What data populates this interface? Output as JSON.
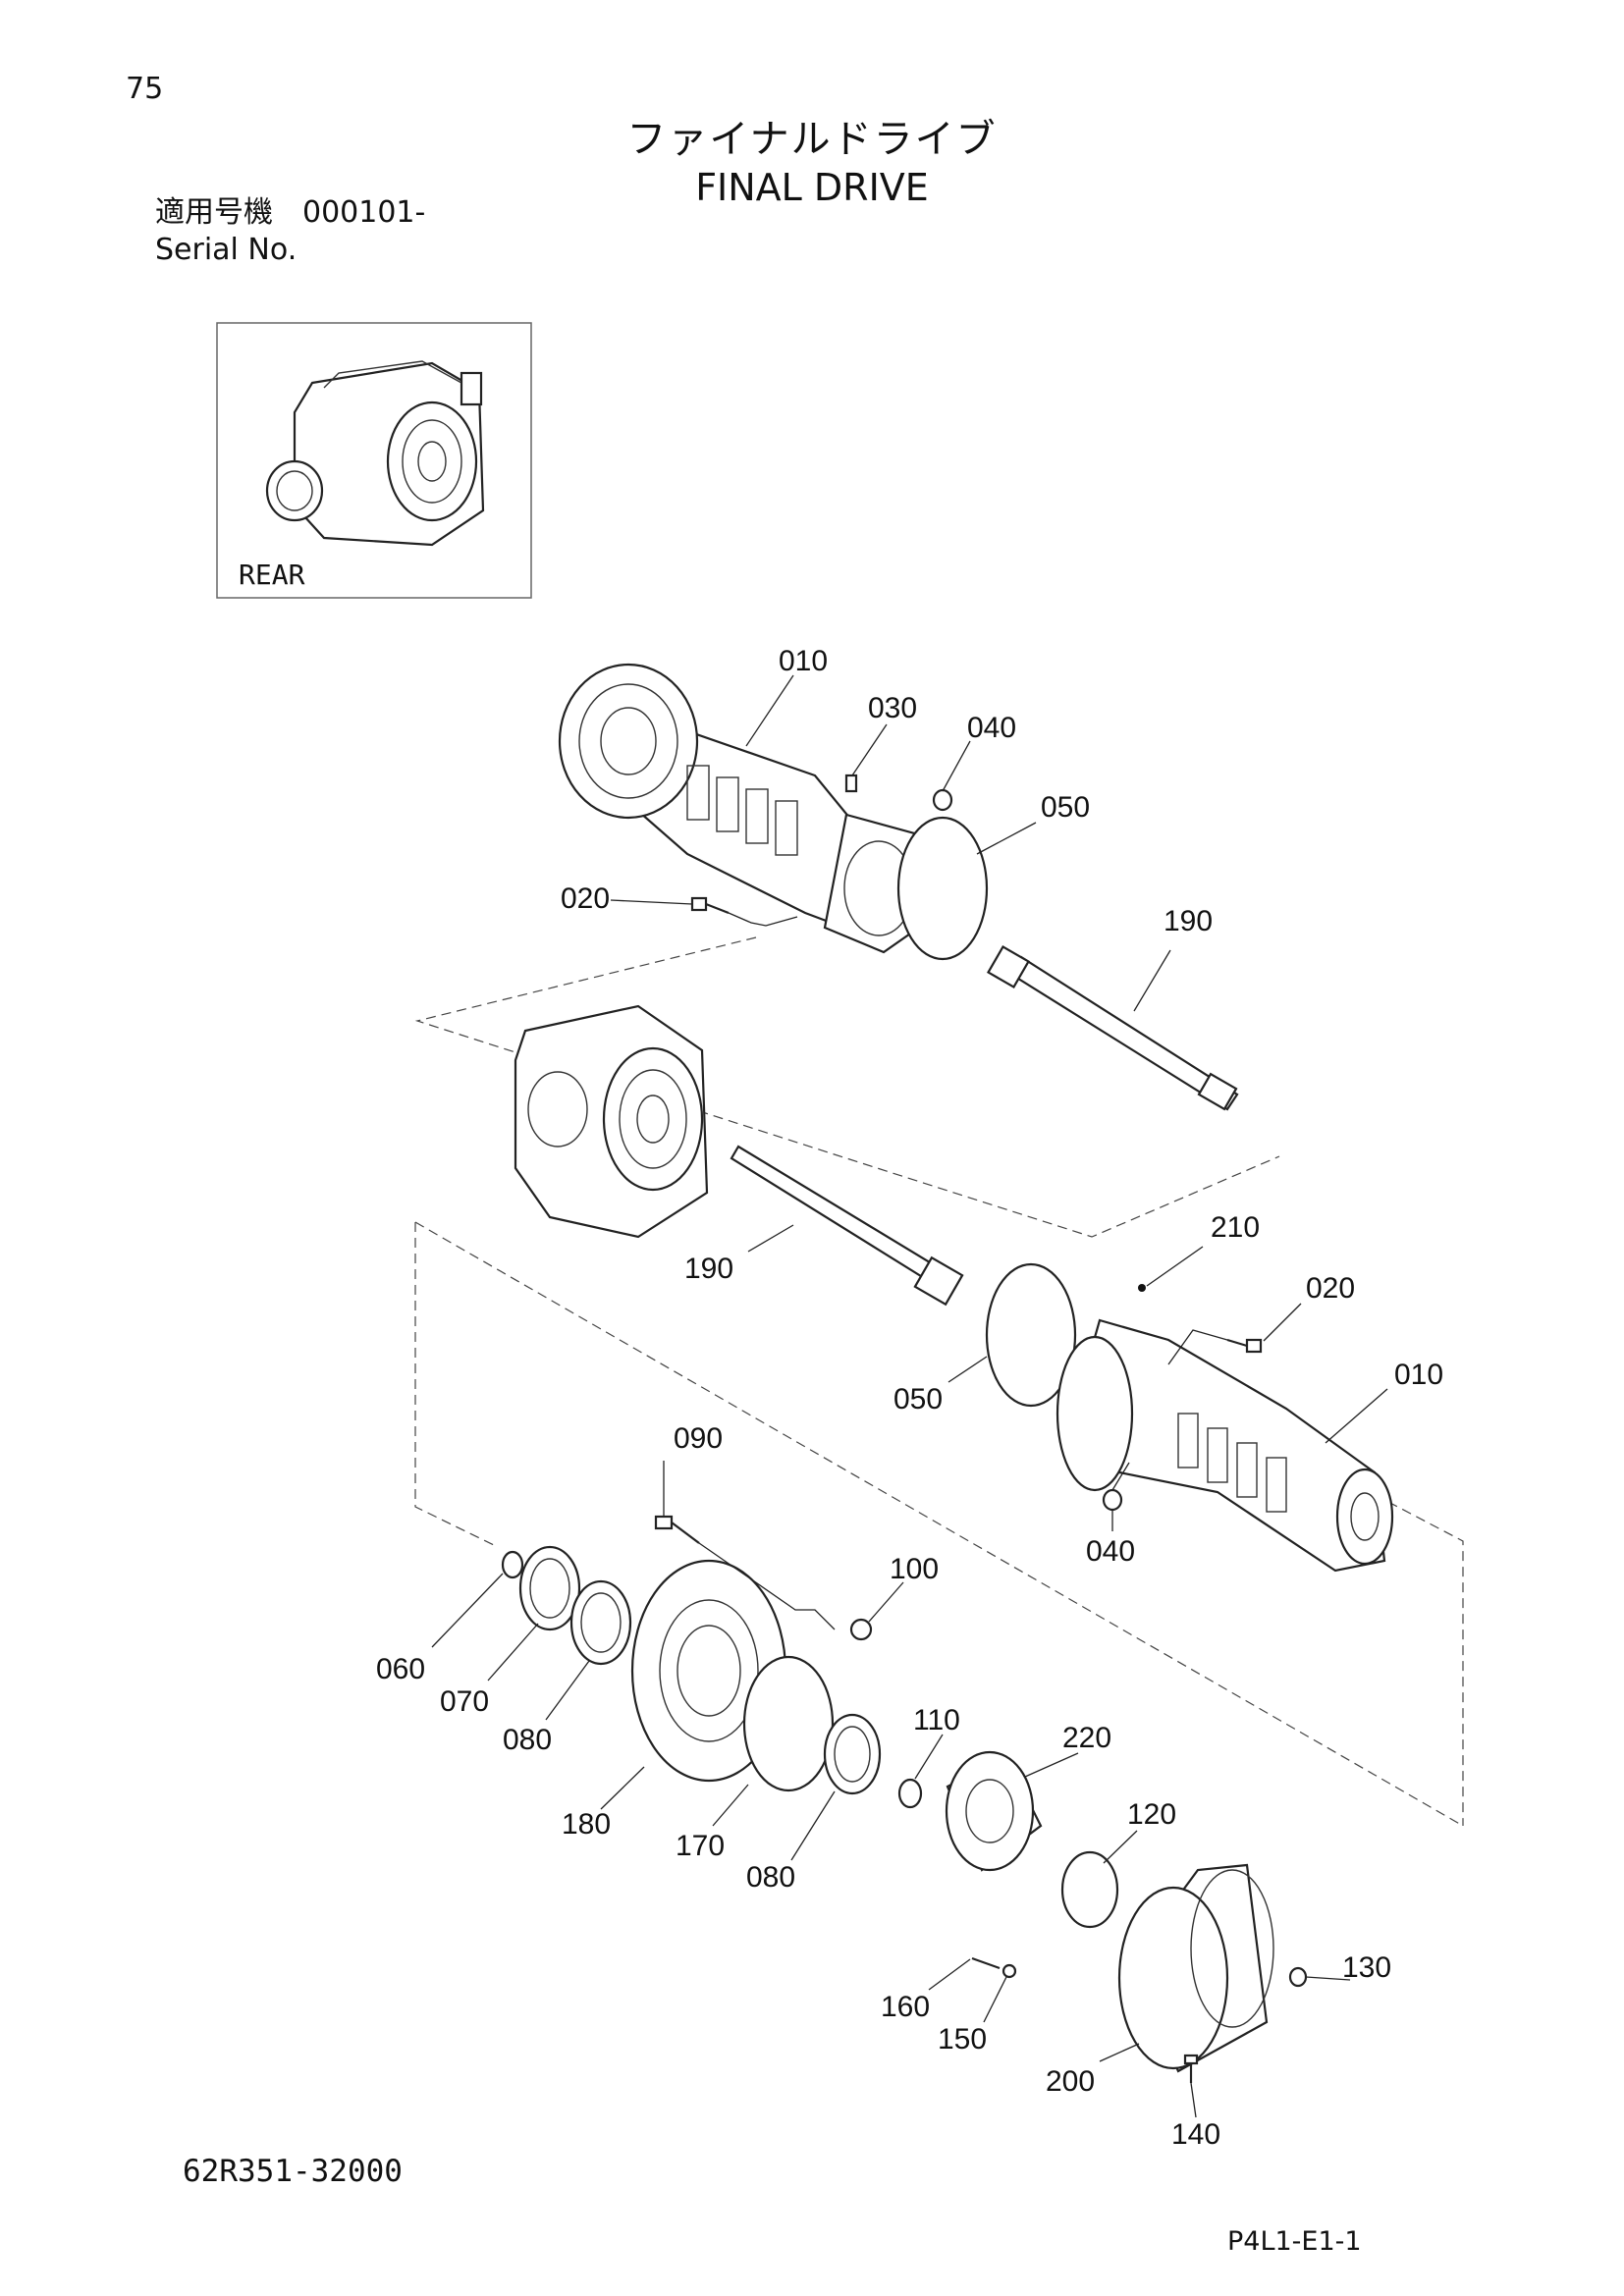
{
  "header": {
    "page_number": "75",
    "title_ja": "ファイナルドライブ",
    "title_en": "FINAL DRIVE",
    "serial_label_ja": "適用号機　000101-",
    "serial_label_en": "Serial No."
  },
  "inset": {
    "label": "REAR"
  },
  "callouts": [
    "010",
    "030",
    "040",
    "050",
    "020",
    "190",
    "190",
    "210",
    "020",
    "010",
    "050",
    "040",
    "090",
    "100",
    "060",
    "070",
    "080",
    "180",
    "110",
    "220",
    "170",
    "080",
    "120",
    "130",
    "160",
    "150",
    "200",
    "140"
  ],
  "footer": {
    "drawing_number": "62R351-32000",
    "page_code": "P4L1-E1-1"
  }
}
